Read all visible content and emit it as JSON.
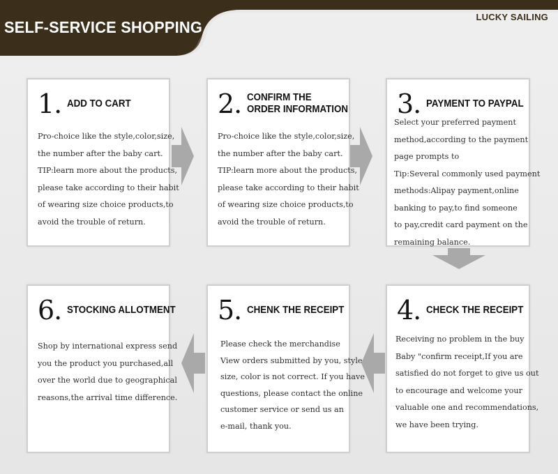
{
  "header": {
    "title": "SELF-SERVICE SHOPPING",
    "brand": "LUCKY SAILING",
    "bar_color": "#3b2f1c",
    "background_color": "#ececec"
  },
  "colors": {
    "box_border": "#cfcfcf",
    "arrow": "#a9a9a9",
    "text": "#2e2e2e"
  },
  "steps": [
    {
      "number": "1.",
      "title": [
        "ADD TO CART"
      ],
      "lines": [
        "Pro-choice like the style,color,size,",
        "the number after the baby cart.",
        "TIP:learn more about the products,",
        "please take according to their habit",
        "of wearing size choice products,to",
        "avoid the trouble of return."
      ]
    },
    {
      "number": "2.",
      "title": [
        "CONFIRM THE",
        "ORDER INFORMATION"
      ],
      "lines": [
        "Pro-choice like the style,color,size,",
        "the number after the baby cart.",
        "TIP:learn more about the products,",
        "please take according to their habit",
        "of wearing size choice products,to",
        "avoid the trouble of return."
      ]
    },
    {
      "number": "3.",
      "title": [
        "PAYMENT TO PAYPAL"
      ],
      "lines": [
        "Select your preferred payment",
        "method,according to the payment",
        "page prompts to",
        "Tip:Several commonly used payment",
        "methods:Alipay payment,online",
        "banking to pay,to find someone",
        "to pay,credit card payment on the",
        "remaining balance."
      ]
    },
    {
      "number": "4.",
      "title": [
        "CHECK THE RECEIPT"
      ],
      "lines": [
        "Receiving no problem in the buy",
        "Baby \"confirm receipt,If you are",
        "satisfied do not forget to give us out",
        "to encourage and welcome your",
        "valuable one and recommendations,",
        "we have been trying."
      ]
    },
    {
      "number": "5.",
      "title": [
        "CHENK THE RECEIPT"
      ],
      "lines": [
        "Please check the merchandise",
        "View orders submitted by you, style,",
        "size, color is not correct. If you have",
        "questions, please contact the online",
        "customer service or send us an",
        "e-mail, thank you."
      ]
    },
    {
      "number": "6.",
      "title": [
        "STOCKING ALLOTMENT"
      ],
      "lines": [
        "Shop by international express send",
        "you the product you purchased,all",
        "over the world due to geographical",
        "reasons,the arrival time difference."
      ]
    }
  ]
}
